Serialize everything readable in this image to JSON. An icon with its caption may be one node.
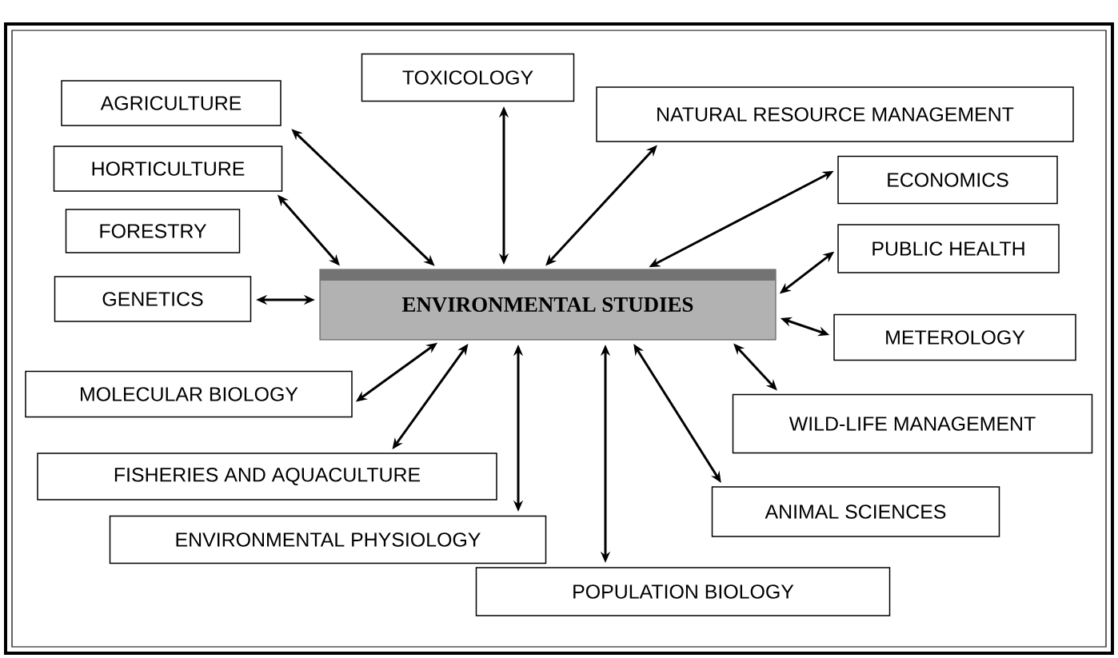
{
  "diagram": {
    "nodes": [
      {
        "text": [
          "ENVIRONMENTAL STUDIES"
        ]
      },
      {
        "text": [
          "TOXICOLOGY"
        ]
      },
      {
        "text": [
          "AGRICULTURE"
        ]
      },
      {
        "text": [
          "NATURAL RESOURCE MANAGEMENT"
        ]
      },
      {
        "text": [
          "HORTICULTURE"
        ]
      },
      {
        "text": [
          "ECONOMICS"
        ]
      },
      {
        "text": [
          "FORESTRY"
        ]
      },
      {
        "text": [
          "PUBLIC HEALTH"
        ]
      },
      {
        "text": [
          "GENETICS"
        ]
      },
      {
        "text": [
          "METEROLOGY"
        ]
      },
      {
        "text": [
          "MOLECULAR BIOLOGY"
        ]
      },
      {
        "text": [
          "WILD-LIFE MANAGEMENT"
        ]
      },
      {
        "text": [
          "FISHERIES AND AQUACULTURE"
        ]
      },
      {
        "text": [
          "ANIMAL SCIENCES"
        ]
      },
      {
        "text": [
          "ENVIRONMENTAL PHYSIOLOGY"
        ]
      },
      {
        "text": [
          "POPULATION BIOLOGY"
        ]
      }
    ],
    "edges": [
      {
        "from": 0,
        "to": 1,
        "arrow": "both"
      },
      {
        "from": 0,
        "to": 2,
        "arrow": "both"
      },
      {
        "from": 0,
        "to": 3,
        "arrow": "both"
      },
      {
        "from": 0,
        "to": 4,
        "arrow": "both"
      },
      {
        "from": 0,
        "to": 5,
        "arrow": "both"
      },
      {
        "from": 0,
        "to": 7,
        "arrow": "both"
      },
      {
        "from": 0,
        "to": 8,
        "arrow": "both"
      },
      {
        "from": 0,
        "to": 9,
        "arrow": "both"
      },
      {
        "from": 0,
        "to": 10,
        "arrow": "both"
      },
      {
        "from": 0,
        "to": 11,
        "arrow": "both"
      },
      {
        "from": 0,
        "to": 12,
        "arrow": "both"
      },
      {
        "from": 0,
        "to": 13,
        "arrow": "both"
      },
      {
        "from": 0,
        "to": 14,
        "arrow": "both"
      },
      {
        "from": 0,
        "to": 15,
        "arrow": "both"
      }
    ]
  }
}
